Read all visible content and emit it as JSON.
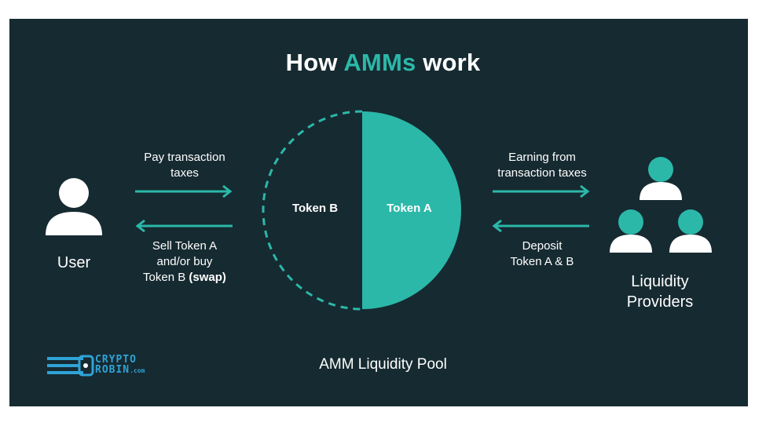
{
  "title": {
    "prefix": "How ",
    "accent": "AMMs",
    "suffix": " work"
  },
  "colors": {
    "background": "#162a31",
    "accent": "#2bb8a9",
    "text": "#ffffff",
    "logo": "#2fa3d6"
  },
  "user": {
    "label": "User",
    "icon": "person-icon"
  },
  "left_top_label": {
    "line1": "Pay transaction",
    "line2": "taxes"
  },
  "left_bottom_label": {
    "line1": "Sell Token A",
    "line2": "and/or buy",
    "line3_prefix": "Token B ",
    "line3_bold": "(swap)"
  },
  "pool": {
    "token_b": "Token B",
    "token_a": "Token A",
    "caption": "AMM Liquidity Pool"
  },
  "right_top_label": {
    "line1": "Earning from",
    "line2": "transaction taxes"
  },
  "right_bottom_label": {
    "line1": "Deposit",
    "line2": "Token A & B"
  },
  "providers": {
    "line1": "Liquidity",
    "line2": "Providers",
    "icon": "group-icon"
  },
  "logo": {
    "line1": "CRYPTO",
    "line2": "ROBIN",
    "suffix": ".com",
    "icon": "robot-logo-icon"
  }
}
